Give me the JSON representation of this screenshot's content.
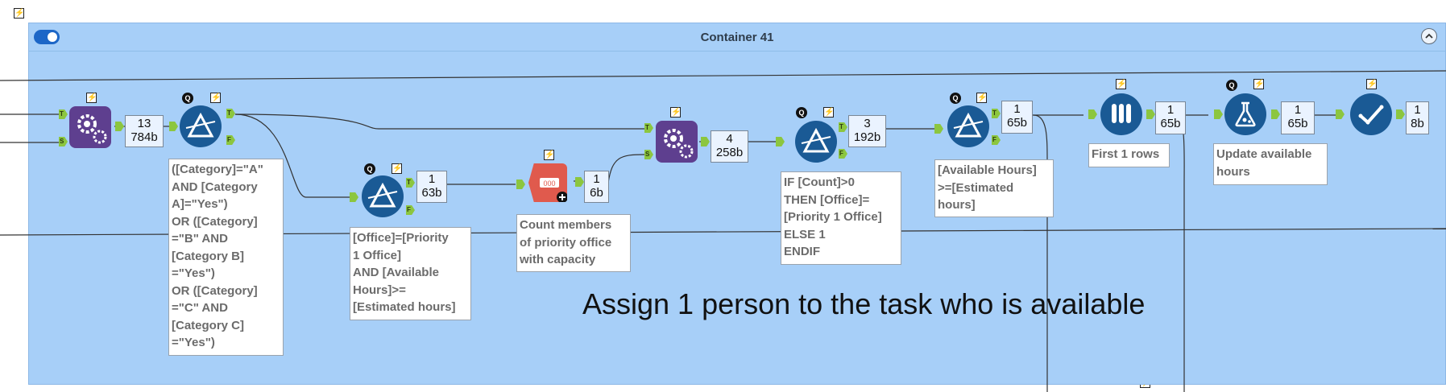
{
  "container": {
    "title": "Container 41",
    "toggle_state": "on",
    "comment": "Assign 1 person to the task who is available"
  },
  "anchors": {
    "true": "T",
    "false": "F",
    "source": "S"
  },
  "flag_glyph": "⚡",
  "q_badge": "Q",
  "record_counts": [
    {
      "rows": "13",
      "size": "784b"
    },
    {
      "rows": "1",
      "size": "63b"
    },
    {
      "rows": "1",
      "size": "6b"
    },
    {
      "rows": "4",
      "size": "258b"
    },
    {
      "rows": "3",
      "size": "192b"
    },
    {
      "rows": "1",
      "size": "65b"
    },
    {
      "rows": "1",
      "size": "65b"
    },
    {
      "rows": "1",
      "size": "65b"
    },
    {
      "rows": "1",
      "size": "8b"
    }
  ],
  "annotations": [
    "([Category]=\"A\"\nAND [Category\nA]=\"Yes\")\nOR ([Category]\n=\"B\" AND\n[Category B]\n=\"Yes\")\nOR ([Category]\n=\"C\" AND\n[Category C]\n=\"Yes\")",
    "[Office]=[Priority\n1 Office]\nAND [Available\nHours]>=\n[Estimated hours]",
    "Count members\nof priority office\nwith capacity",
    "IF [Count]>0\nTHEN [Office]=\n[Priority 1 Office]\nELSE 1\nENDIF",
    "[Available Hours]\n>=[Estimated\nhours]",
    "First 1 rows",
    "Update available\nhours"
  ],
  "icons": {
    "gear": "gear-plus-icon",
    "filter": "filter-prism-icon",
    "count": "count-records-icon",
    "sample": "test-tubes-icon",
    "formula": "flask-icon",
    "select": "checkmark-icon"
  },
  "colors": {
    "container_bg": "#a7cff8",
    "tool_blue": "#1a5a95",
    "tool_purple": "#5e3f8f",
    "tool_red": "#e05a4d",
    "anchor_green": "#8cc63f"
  }
}
